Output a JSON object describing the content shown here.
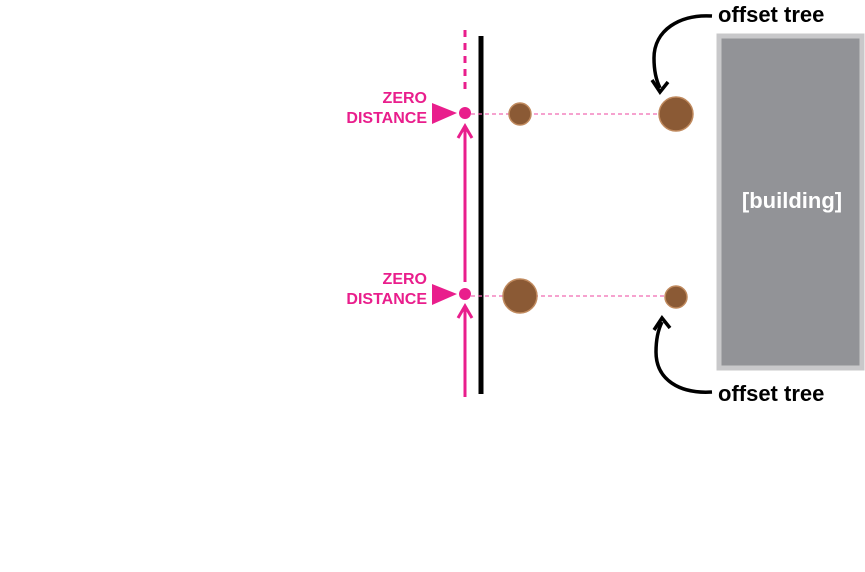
{
  "labels": {
    "zero_distance_top": {
      "line1": "ZERO",
      "line2": "DISTANCE"
    },
    "zero_distance_bottom": {
      "line1": "ZERO",
      "line2": "DISTANCE"
    },
    "offset_tree_top": "offset tree",
    "offset_tree_bottom": "offset tree",
    "building": "[building]"
  },
  "colors": {
    "accent_magenta": "#e91e8c",
    "tree_fill": "#8b5a35",
    "tree_stroke": "#c08a5e",
    "building_fill": "#929397",
    "building_border": "#c8c8ca",
    "curb_line": "#000000"
  }
}
